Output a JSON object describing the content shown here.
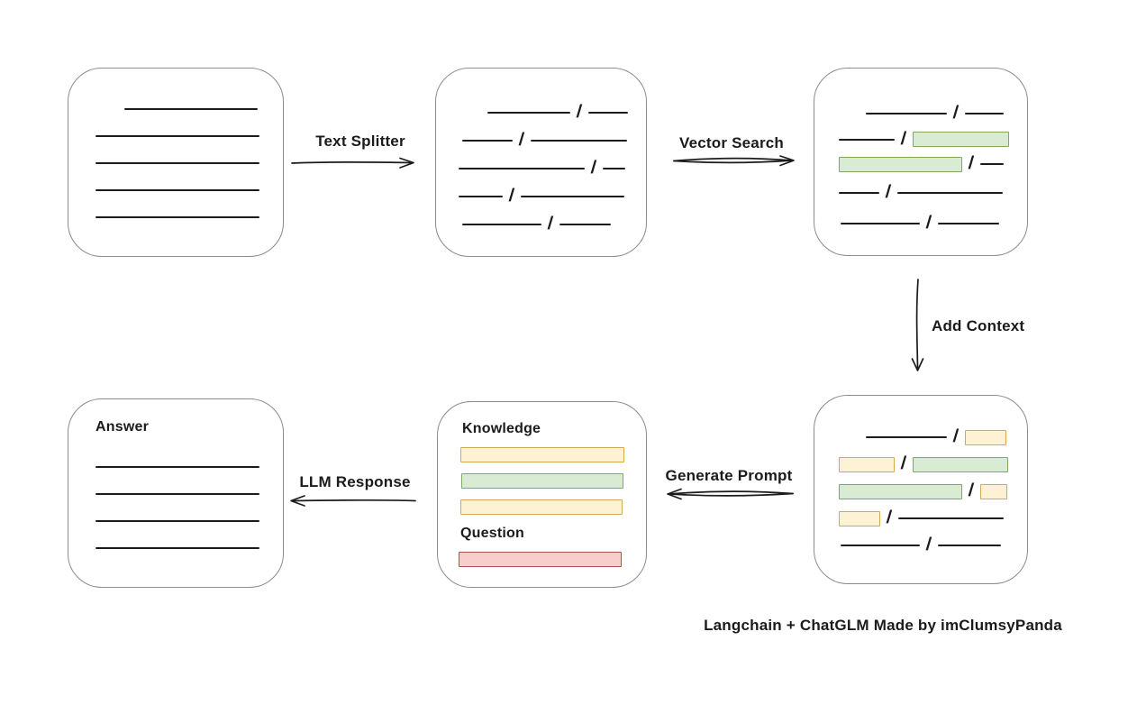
{
  "title": "Langchain + ChatGLM workflow diagram",
  "colors": {
    "background": "#ffffff",
    "box_border": "#8c8c8c",
    "stroke": "#1b1b1b",
    "green_fill": "#d9ebd2",
    "green_stroke": "#7fab60",
    "yellow_fill": "#fdf3d4",
    "yellow_stroke": "#d2ab4c",
    "red_fill": "#f7cecb",
    "red_stroke": "#b1534e"
  },
  "glyphs": {
    "slash": "/"
  },
  "boxes": {
    "source_document": {
      "rows": [
        {
          "indent": 62,
          "segments": [
            {
              "t": "line",
              "w": 148
            }
          ]
        },
        {
          "indent": 30,
          "segments": [
            {
              "t": "line",
              "w": 182
            }
          ]
        },
        {
          "indent": 30,
          "segments": [
            {
              "t": "line",
              "w": 182
            }
          ]
        },
        {
          "indent": 30,
          "segments": [
            {
              "t": "line",
              "w": 182
            }
          ]
        },
        {
          "indent": 30,
          "segments": [
            {
              "t": "line",
              "w": 182
            }
          ]
        }
      ]
    },
    "split_chunks": {
      "rows": [
        {
          "indent": 57,
          "h": 31,
          "segments": [
            {
              "t": "line",
              "w": 92
            },
            {
              "t": "slash"
            },
            {
              "t": "line",
              "w": 44
            }
          ]
        },
        {
          "indent": 29,
          "h": 31,
          "segments": [
            {
              "t": "line",
              "w": 56
            },
            {
              "t": "slash"
            },
            {
              "t": "line",
              "w": 107
            }
          ]
        },
        {
          "indent": 25,
          "h": 31,
          "segments": [
            {
              "t": "line",
              "w": 140
            },
            {
              "t": "slash"
            },
            {
              "t": "line",
              "w": 25
            }
          ]
        },
        {
          "indent": 25,
          "h": 31,
          "segments": [
            {
              "t": "line",
              "w": 49
            },
            {
              "t": "slash"
            },
            {
              "t": "line",
              "w": 115
            }
          ]
        },
        {
          "indent": 29,
          "h": 31,
          "segments": [
            {
              "t": "line",
              "w": 88
            },
            {
              "t": "slash"
            },
            {
              "t": "line",
              "w": 57
            }
          ]
        }
      ]
    },
    "matched_chunks": {
      "rows": [
        {
          "indent": 57,
          "h": 30,
          "segments": [
            {
              "t": "line",
              "w": 90
            },
            {
              "t": "slash"
            },
            {
              "t": "line",
              "w": 43
            }
          ]
        },
        {
          "indent": 27,
          "h": 27,
          "segments": [
            {
              "t": "line",
              "w": 62
            },
            {
              "t": "slash"
            },
            {
              "t": "green",
              "w": 105
            }
          ]
        },
        {
          "indent": 27,
          "h": 28,
          "segments": [
            {
              "t": "green",
              "w": 135
            },
            {
              "t": "slash"
            },
            {
              "t": "line",
              "w": 26
            }
          ]
        },
        {
          "indent": 27,
          "h": 36,
          "segments": [
            {
              "t": "line",
              "w": 45
            },
            {
              "t": "slash"
            },
            {
              "t": "line",
              "w": 117
            }
          ]
        },
        {
          "indent": 29,
          "h": 31,
          "segments": [
            {
              "t": "line",
              "w": 88
            },
            {
              "t": "slash"
            },
            {
              "t": "line",
              "w": 68
            }
          ]
        }
      ]
    },
    "context_chunks": {
      "rows": [
        {
          "indent": 57,
          "segments": [
            {
              "t": "line",
              "w": 90
            },
            {
              "t": "slash"
            },
            {
              "t": "yellow",
              "w": 44
            }
          ]
        },
        {
          "indent": 27,
          "segments": [
            {
              "t": "yellow",
              "w": 60
            },
            {
              "t": "slash"
            },
            {
              "t": "green",
              "w": 104
            }
          ]
        },
        {
          "indent": 27,
          "segments": [
            {
              "t": "green",
              "w": 135
            },
            {
              "t": "slash"
            },
            {
              "t": "yellow",
              "w": 28
            }
          ]
        },
        {
          "indent": 27,
          "segments": [
            {
              "t": "yellow",
              "w": 44
            },
            {
              "t": "slash"
            },
            {
              "t": "line",
              "w": 117
            }
          ]
        },
        {
          "indent": 29,
          "segments": [
            {
              "t": "line",
              "w": 88
            },
            {
              "t": "slash"
            },
            {
              "t": "line",
              "w": 70
            }
          ]
        }
      ]
    },
    "prompt": {
      "rows": [
        {
          "indent": 27,
          "h": 29,
          "segments": [
            {
              "t": "label",
              "text": "Knowledge",
              "name": "knowledge-label"
            }
          ]
        },
        {
          "indent": 25,
          "h": 29,
          "segments": [
            {
              "t": "yellow",
              "w": 180
            }
          ]
        },
        {
          "indent": 26,
          "h": 29,
          "segments": [
            {
              "t": "green",
              "w": 178
            }
          ]
        },
        {
          "indent": 25,
          "h": 29,
          "segments": [
            {
              "t": "yellow",
              "w": 178
            }
          ]
        },
        {
          "indent": 25,
          "h": 29,
          "segments": [
            {
              "t": "label",
              "text": "Question",
              "name": "question-label"
            }
          ]
        },
        {
          "indent": 23,
          "h": 29,
          "segments": [
            {
              "t": "red",
              "w": 179
            }
          ]
        }
      ]
    },
    "answer": {
      "rows": [
        {
          "indent": 30,
          "segments": [
            {
              "t": "label",
              "text": "Answer",
              "name": "answer-label"
            }
          ]
        },
        {
          "indent": 30,
          "h": 14,
          "segments": []
        },
        {
          "indent": 30,
          "segments": [
            {
              "t": "line",
              "w": 182
            }
          ]
        },
        {
          "indent": 30,
          "segments": [
            {
              "t": "line",
              "w": 182
            }
          ]
        },
        {
          "indent": 30,
          "segments": [
            {
              "t": "line",
              "w": 182
            }
          ]
        },
        {
          "indent": 30,
          "segments": [
            {
              "t": "line",
              "w": 182
            }
          ]
        }
      ]
    }
  },
  "arrows": {
    "text_splitter": {
      "label": "Text Splitter",
      "direction": "right"
    },
    "vector_search": {
      "label": "Vector Search",
      "direction": "right"
    },
    "add_context": {
      "label": "Add Context",
      "direction": "down"
    },
    "generate_prompt": {
      "label": "Generate Prompt",
      "direction": "left"
    },
    "llm_response": {
      "label": "LLM Response",
      "direction": "left"
    }
  },
  "footer": {
    "credit": "Langchain + ChatGLM Made by imClumsyPanda"
  }
}
